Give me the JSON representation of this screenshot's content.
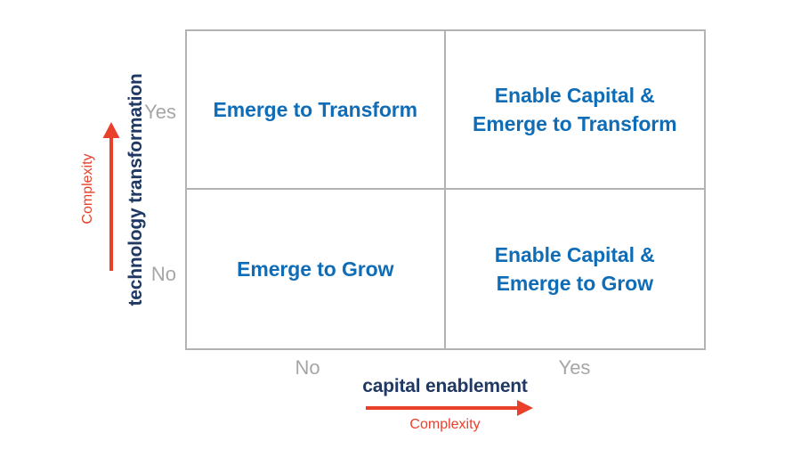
{
  "chart_data": {
    "type": "table",
    "title": "",
    "xlabel": "capital enablement",
    "ylabel": "technology transformation",
    "x_categories": [
      "No",
      "Yes"
    ],
    "y_categories": [
      "No",
      "Yes"
    ],
    "gradient_label": "Complexity",
    "legend_position": "none",
    "grid": true,
    "cells": [
      {
        "x": "No",
        "y": "Yes",
        "label": "Emerge to Transform"
      },
      {
        "x": "Yes",
        "y": "Yes",
        "label": "Enable Capital &\nEmerge to Transform"
      },
      {
        "x": "No",
        "y": "No",
        "label": "Emerge to Grow"
      },
      {
        "x": "Yes",
        "y": "No",
        "label": "Enable Capital &\nEmerge to Grow"
      }
    ]
  },
  "matrix": {
    "top_left": {
      "label": "Emerge to Transform"
    },
    "top_right": {
      "label": "Enable Capital &\nEmerge to Transform"
    },
    "bottom_left": {
      "label": "Emerge to Grow"
    },
    "bottom_right": {
      "label": "Enable Capital &\nEmerge to Grow"
    }
  },
  "y_axis": {
    "title": "technology transformation",
    "tick_top": "Yes",
    "tick_bottom": "No",
    "complexity_label": "Complexity",
    "arrow_direction": "up"
  },
  "x_axis": {
    "title": "capital enablement",
    "tick_left": "No",
    "tick_right": "Yes",
    "complexity_label": "Complexity",
    "arrow_direction": "right"
  },
  "colors": {
    "cell_text": "#0f6cb6",
    "axis_title": "#1f3864",
    "tick_text": "#a6a6a6",
    "complexity": "#e8402a",
    "grid_line": "#b3b3b3",
    "background": "#ffffff"
  }
}
